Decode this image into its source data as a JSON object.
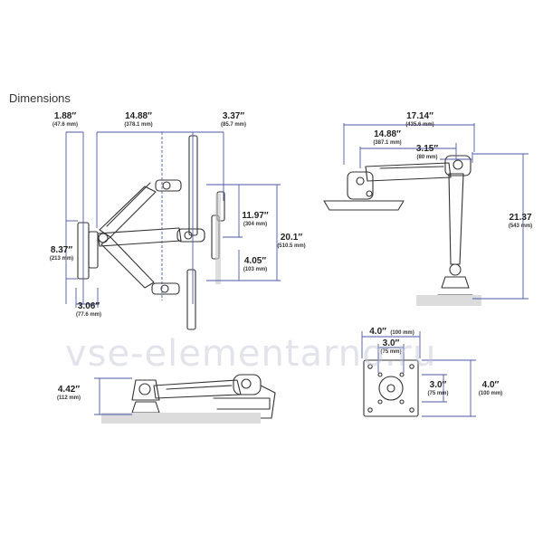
{
  "title": "Dimensions",
  "watermark": "vse-elementarno.ru",
  "colors": {
    "dimension_line": "#4a5aa8",
    "outline": "#333333",
    "surface": "#dcdcdc"
  },
  "side_view": {
    "base_depth": {
      "value": "1.88″",
      "metric": "(47.6 mm)"
    },
    "reach": {
      "value": "14.88″",
      "metric": "(378.1 mm)"
    },
    "monitor_offset": {
      "value": "3.37″",
      "metric": "(85.7 mm)"
    },
    "lift_range": {
      "value": "11.97″",
      "metric": "(304 mm)"
    },
    "total_height": {
      "value": "20.1″",
      "metric": "(510.5 mm)"
    },
    "min_height": {
      "value": "4.05″",
      "metric": "(103 mm)"
    },
    "clamp_height": {
      "value": "8.37″",
      "metric": "(213 mm)"
    },
    "clamp_depth": {
      "value": "3.06″",
      "metric": "(77.6 mm)"
    }
  },
  "pole_view": {
    "max_reach": {
      "value": "17.14″",
      "metric": "(435.6 mm)"
    },
    "arm_reach": {
      "value": "14.88″",
      "metric": "(387.1 mm)"
    },
    "head_offset": {
      "value": "3.15″",
      "metric": "(80 mm)"
    },
    "pole_height": {
      "value": "21.37",
      "metric": "(543 mm)"
    }
  },
  "low_view": {
    "height": {
      "value": "4.42″",
      "metric": "(112 mm)"
    }
  },
  "vesa_plate": {
    "outer_width": {
      "value": "4.0″",
      "metric": "(100 mm)"
    },
    "inner_width": {
      "value": "3.0″",
      "metric": "(75 mm)"
    },
    "inner_height": {
      "value": "3.0″",
      "metric": "(75 mm)"
    },
    "outer_height": {
      "value": "4.0″",
      "metric": "(100 mm)"
    }
  }
}
